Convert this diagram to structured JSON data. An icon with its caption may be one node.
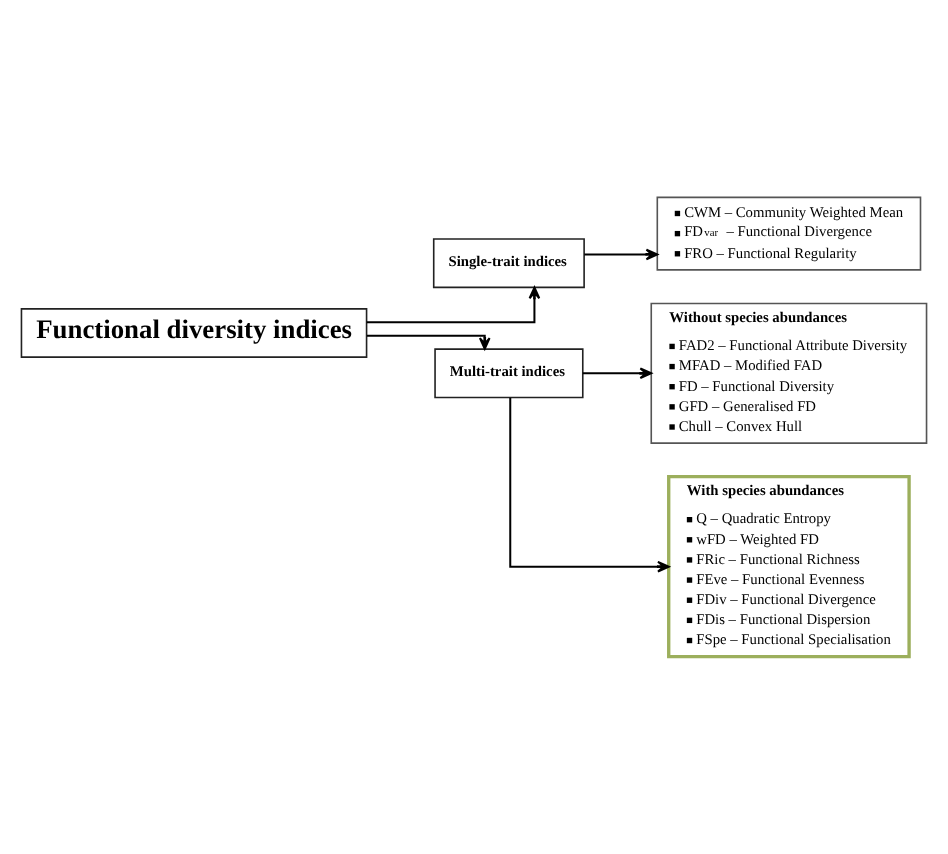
{
  "diagram": {
    "nodes": [
      {
        "text": [
          "Functional diversity indices"
        ]
      },
      {
        "text": [
          "Single-trait indices"
        ]
      },
      {
        "text": [
          "CWM – Community Weighted Mean",
          "FD$_{var}$ – Functional Divergence",
          "FRO – Functional Regularity"
        ]
      },
      {
        "text": [
          "Multi-trait indices"
        ]
      },
      {
        "text": [
          "Without species abundances",
          "FAD2 – Functional Attribute Diversity",
          "MFAD – Modified FAD",
          "FD – Functional Diversity",
          "GFD – Generalised FD",
          "Chull – Convex Hull"
        ]
      },
      {
        "text": [
          "With species abundances",
          "Q – Quadratic Entropy",
          "wFD – Weighted FD",
          "FRic – Functional Richness",
          "FEve – Functional Evenness",
          "FDiv – Functional Divergence",
          "FDis – Functional Dispersion",
          "FSpe – Functional Specialisation"
        ]
      }
    ],
    "edges": [
      {
        "from": 0,
        "to": 1,
        "arrow": "to"
      },
      {
        "from": 1,
        "to": 2,
        "arrow": "to"
      },
      {
        "from": 0,
        "to": 3,
        "arrow": "to"
      },
      {
        "from": 3,
        "to": 4,
        "arrow": "to"
      },
      {
        "from": 3,
        "to": 5,
        "arrow": "to"
      }
    ]
  }
}
